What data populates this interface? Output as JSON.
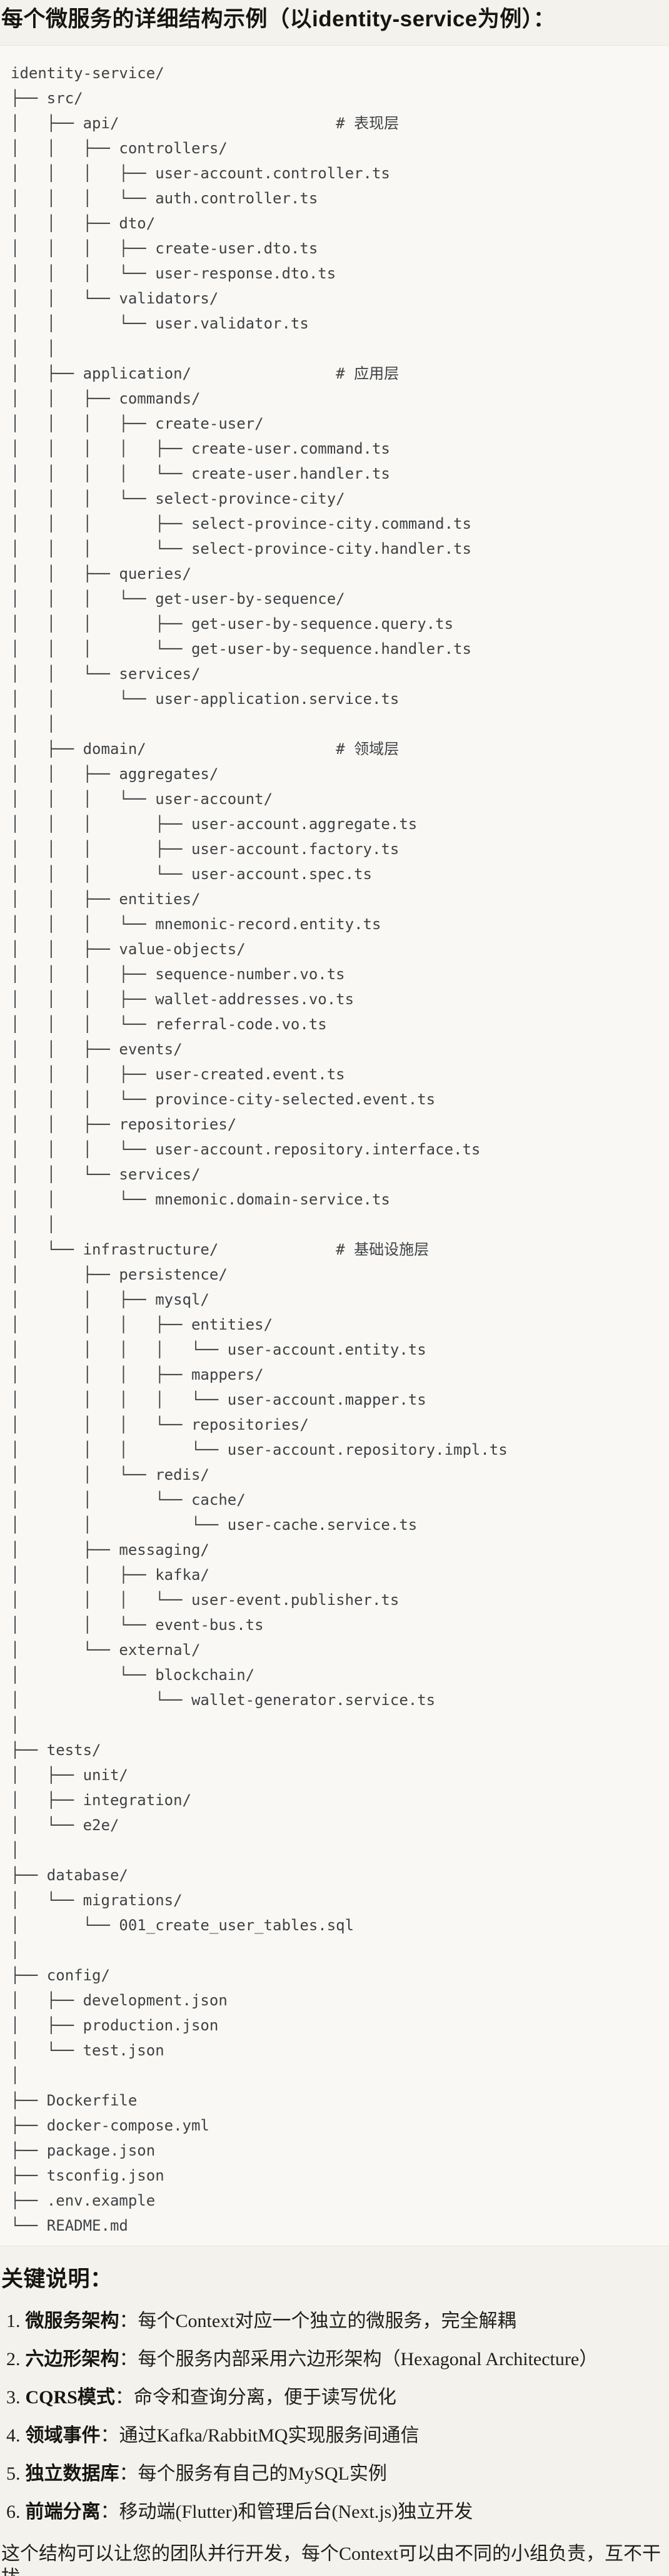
{
  "page": {
    "title": "每个微服务的详细结构示例（以identity-service为例）：",
    "section_heading": "关键说明：",
    "closing_note": "这个结构可以让您的团队并行开发，每个Context可以由不同的小组负责，互不干扰。"
  },
  "tree": {
    "root": "identity-service/",
    "layer_comments": [
      "# 表现层",
      "# 应用层",
      "# 领域层",
      "# 基础设施层"
    ],
    "lines": [
      "identity-service/",
      "├── src/",
      "│   ├── api/                        # 表现层",
      "│   │   ├── controllers/",
      "│   │   │   ├── user-account.controller.ts",
      "│   │   │   └── auth.controller.ts",
      "│   │   ├── dto/",
      "│   │   │   ├── create-user.dto.ts",
      "│   │   │   └── user-response.dto.ts",
      "│   │   └── validators/",
      "│   │       └── user.validator.ts",
      "│   │",
      "│   ├── application/                # 应用层",
      "│   │   ├── commands/",
      "│   │   │   ├── create-user/",
      "│   │   │   │   ├── create-user.command.ts",
      "│   │   │   │   └── create-user.handler.ts",
      "│   │   │   └── select-province-city/",
      "│   │   │       ├── select-province-city.command.ts",
      "│   │   │       └── select-province-city.handler.ts",
      "│   │   ├── queries/",
      "│   │   │   └── get-user-by-sequence/",
      "│   │   │       ├── get-user-by-sequence.query.ts",
      "│   │   │       └── get-user-by-sequence.handler.ts",
      "│   │   └── services/",
      "│   │       └── user-application.service.ts",
      "│   │",
      "│   ├── domain/                     # 领域层",
      "│   │   ├── aggregates/",
      "│   │   │   └── user-account/",
      "│   │   │       ├── user-account.aggregate.ts",
      "│   │   │       ├── user-account.factory.ts",
      "│   │   │       └── user-account.spec.ts",
      "│   │   ├── entities/",
      "│   │   │   └── mnemonic-record.entity.ts",
      "│   │   ├── value-objects/",
      "│   │   │   ├── sequence-number.vo.ts",
      "│   │   │   ├── wallet-addresses.vo.ts",
      "│   │   │   └── referral-code.vo.ts",
      "│   │   ├── events/",
      "│   │   │   ├── user-created.event.ts",
      "│   │   │   └── province-city-selected.event.ts",
      "│   │   ├── repositories/",
      "│   │   │   └── user-account.repository.interface.ts",
      "│   │   └── services/",
      "│   │       └── mnemonic.domain-service.ts",
      "│   │",
      "│   └── infrastructure/             # 基础设施层",
      "│       ├── persistence/",
      "│       │   ├── mysql/",
      "│       │   │   ├── entities/",
      "│       │   │   │   └── user-account.entity.ts",
      "│       │   │   ├── mappers/",
      "│       │   │   │   └── user-account.mapper.ts",
      "│       │   │   └── repositories/",
      "│       │   │       └── user-account.repository.impl.ts",
      "│       │   └── redis/",
      "│       │       └── cache/",
      "│       │           └── user-cache.service.ts",
      "│       ├── messaging/",
      "│       │   ├── kafka/",
      "│       │   │   └── user-event.publisher.ts",
      "│       │   └── event-bus.ts",
      "│       └── external/",
      "│           └── blockchain/",
      "│               └── wallet-generator.service.ts",
      "│",
      "├── tests/",
      "│   ├── unit/",
      "│   ├── integration/",
      "│   └── e2e/",
      "│",
      "├── database/",
      "│   └── migrations/",
      "│       └── 001_create_user_tables.sql",
      "│",
      "├── config/",
      "│   ├── development.json",
      "│   ├── production.json",
      "│   └── test.json",
      "│",
      "├── Dockerfile",
      "├── docker-compose.yml",
      "├── package.json",
      "├── tsconfig.json",
      "├── .env.example",
      "└── README.md"
    ]
  },
  "key_points": [
    {
      "num": "1.",
      "label": "微服务架构",
      "sep": "：",
      "text": "每个Context对应一个独立的微服务，完全解耦"
    },
    {
      "num": "2.",
      "label": "六边形架构",
      "sep": "：",
      "text": "每个服务内部采用六边形架构（Hexagonal Architecture）"
    },
    {
      "num": "3.",
      "label": "CQRS模式",
      "sep": "：",
      "text": "命令和查询分离，便于读写优化"
    },
    {
      "num": "4.",
      "label": "领域事件",
      "sep": "：",
      "text": "通过Kafka/RabbitMQ实现服务间通信"
    },
    {
      "num": "5.",
      "label": "独立数据库",
      "sep": "：",
      "text": "每个服务有自己的MySQL实例"
    },
    {
      "num": "6.",
      "label": "前端分离",
      "sep": "：",
      "text": "移动端(Flutter)和管理后台(Next.js)独立开发"
    }
  ],
  "colors": {
    "page_background": "#f4f2ec",
    "code_background": "#f9f8f4",
    "code_border": "#e6e4dc",
    "tree_text": "#3f4245",
    "heading_text": "#161512",
    "body_text": "#21201b"
  }
}
